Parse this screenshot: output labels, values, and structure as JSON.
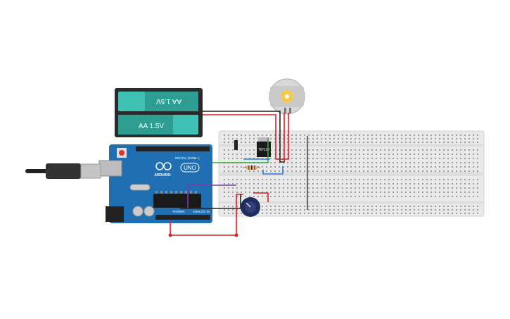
{
  "battery": {
    "cell_top_label": "AA 1.5V",
    "cell_bottom_label": "AA 1.5V"
  },
  "transistor": {
    "label": "TIP120"
  },
  "arduino": {
    "brand": "ARDUINO",
    "model": "UNO",
    "digital_label": "DIGITAL (PWM~)",
    "power_label": "POWER",
    "analog_label": "ANALOG IN"
  },
  "colors": {
    "board_blue": "#1f6fb2",
    "breadboard": "#e8e8e8",
    "battery_teal": "#35bfb2",
    "wire_red": "#d62222",
    "wire_black": "#222222",
    "wire_green": "#37a83a",
    "wire_blue": "#2a7fd4",
    "wire_purple": "#7b3fa1"
  },
  "icons": {
    "motor": "dc-motor-icon",
    "pot": "potentiometer-icon",
    "usb": "usb-cable-icon",
    "arduino_logo": "infinity-logo-icon"
  }
}
